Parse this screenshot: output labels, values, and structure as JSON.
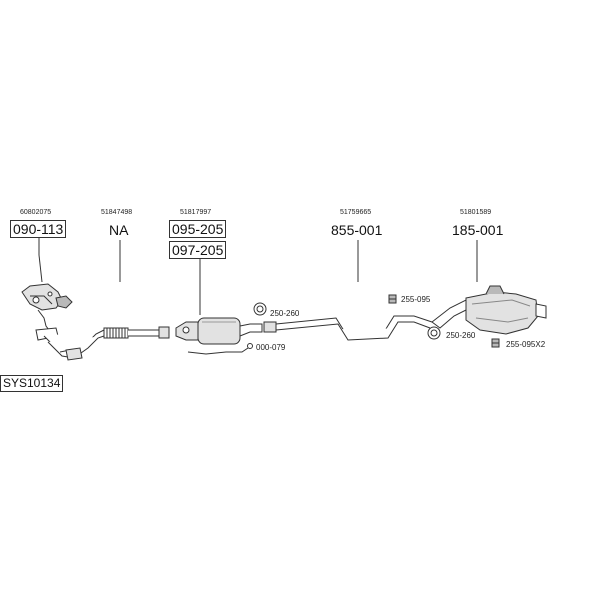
{
  "system_code": "SYS10134",
  "parts": [
    {
      "oe_number": "60802075",
      "code": "090-113",
      "boxed": true
    },
    {
      "oe_number": "51847498",
      "code": "NA",
      "boxed": false
    },
    {
      "oe_number": "51817997",
      "code": "095-205",
      "boxed": true,
      "alt_code": "097-205"
    },
    {
      "oe_number": "51759665",
      "code": "855-001",
      "boxed": false
    },
    {
      "oe_number": "51801589",
      "code": "185-001",
      "boxed": false
    }
  ],
  "accessories": {
    "clamp_front": "250-260",
    "sensor_kit": "000-079",
    "mount_front": "255-095",
    "clamp_rear": "250-260",
    "mount_rear": "255-095X2"
  },
  "colors": {
    "line": "#333333",
    "fill": "#e2e2e2",
    "shade": "#b9b9b9"
  }
}
